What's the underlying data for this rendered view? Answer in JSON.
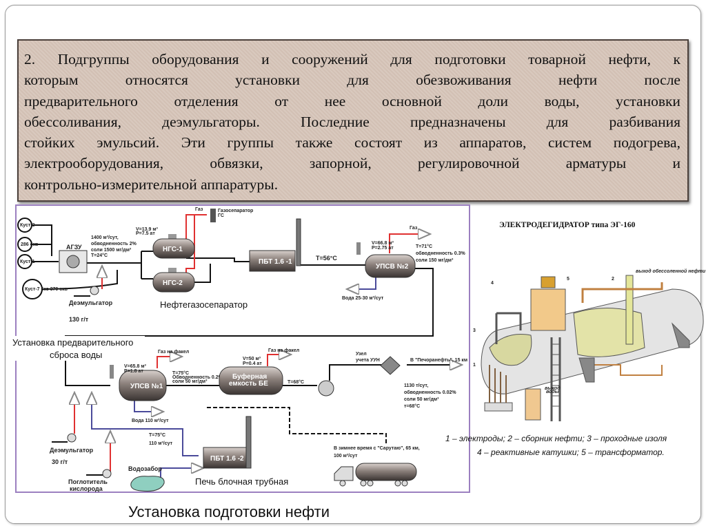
{
  "paragraph": {
    "lines": [
      "2. Подгруппы оборудования и сооружений для подготовки товарной нефти, к",
      "которым относятся установки для обезвоживания нефти после",
      "предварительного отделения от нее основной доли воды, установки",
      "обессоливания, деэмульгаторы. Последние предназначены для разбивания",
      "стойких эмульсий. Эти группы также состоят из аппаратов, систем подогрева,",
      "электрооборудования, обвязки, запорной, регулировочной арматуры и",
      "контрольно-измерительной аппаратуры."
    ]
  },
  "diagram": {
    "wells": [
      "Куст-3",
      "286 скв",
      "Куст-1",
      "Куст-7 5кс 370 скв"
    ],
    "agzu": "АГЗУ",
    "feed_params": [
      "1400 м³/сут,",
      "обводненность 2%",
      "соли 1500 мг/дм³",
      "T=24°C"
    ],
    "demulsifier1": {
      "label": "Деэмульгатор",
      "dose": "130 г/т"
    },
    "ngs_params": [
      "V=13.9 м³",
      "P=7.5 ат"
    ],
    "ngs1": "НГС-1",
    "ngs2": "НГС-2",
    "gas": "Газ",
    "gas_separator": [
      "Газосепаратор",
      "ГС"
    ],
    "ngs_caption": "Нефтегазосепаратор",
    "pbt1": "ПБТ 1.6 -1",
    "t56": "T=56°C",
    "upsv2": {
      "label": "УПСВ №2",
      "params": [
        "V=66.8 м³",
        "P=2.75 ат"
      ],
      "gas": "Газ",
      "out": [
        "T=71°C",
        "обводненность 0.3%",
        "соли 150 мг/дм³"
      ],
      "water": "Вода 25-30 м³/сут"
    },
    "pre_discharge_caption": [
      "Установка предварительного",
      "сброса воды"
    ],
    "upsv1": {
      "label": "УПСВ №1",
      "params": [
        "V=65.8 м³",
        "P=1.8 ат"
      ],
      "gas": "Газ на факел",
      "out": [
        "T=75°C",
        "Обводненность 0.2%",
        "соли 50 мг/дм³"
      ],
      "water": "Вода 110 м³/сут"
    },
    "buffer": {
      "label": [
        "Буферная",
        "емкость БЕ"
      ],
      "params": [
        "V=50 м³",
        "P=0.4 ат"
      ],
      "gas": "Газ на факел",
      "temp": "T=68°C"
    },
    "meter": [
      "Узел",
      "учета УУН"
    ],
    "destination": "В \"Печоранефть\", 15 км",
    "product": [
      "1130 т/сут,",
      "обводненность 0.02%",
      "соли 50 мг/дм³",
      "т=68°С"
    ],
    "winter": [
      "В зимнее время с \"Сарутаю\", 65 км,",
      "100 м³/сут"
    ],
    "hot_water": [
      "T=75°C",
      "110 м³/сут"
    ],
    "pbt2": "ПБТ 1.6 -2",
    "water_intake": "Водозабор",
    "furnace_caption": "Печь блочная трубная",
    "demulsifier2": {
      "label": "Деэмульгатор",
      "dose": "30 г/т"
    },
    "oxygen_absorber": [
      "Поглотитель",
      "кислорода"
    ],
    "colors": {
      "gas_line": "#e03030",
      "water_line": "#4a4a9a",
      "oil_line": "#111111",
      "frame": "#9b7fc0"
    }
  },
  "electrodehydrator": {
    "title": "ЭЛЕКТРОДЕГИДРАТОР типа ЭГ-160",
    "callouts": [
      "1",
      "2",
      "3",
      "4",
      "5"
    ],
    "oil_outlet": "выход обессоленной нефти",
    "water_outlet": [
      "выход",
      "воды"
    ],
    "legend": [
      "1 – электроды; 2 – сборник нефти; 3 – проходные изоля",
      "4 – реактивные катушки; 5 – трансформатор."
    ]
  },
  "caption": "Установка подготовки нефти"
}
